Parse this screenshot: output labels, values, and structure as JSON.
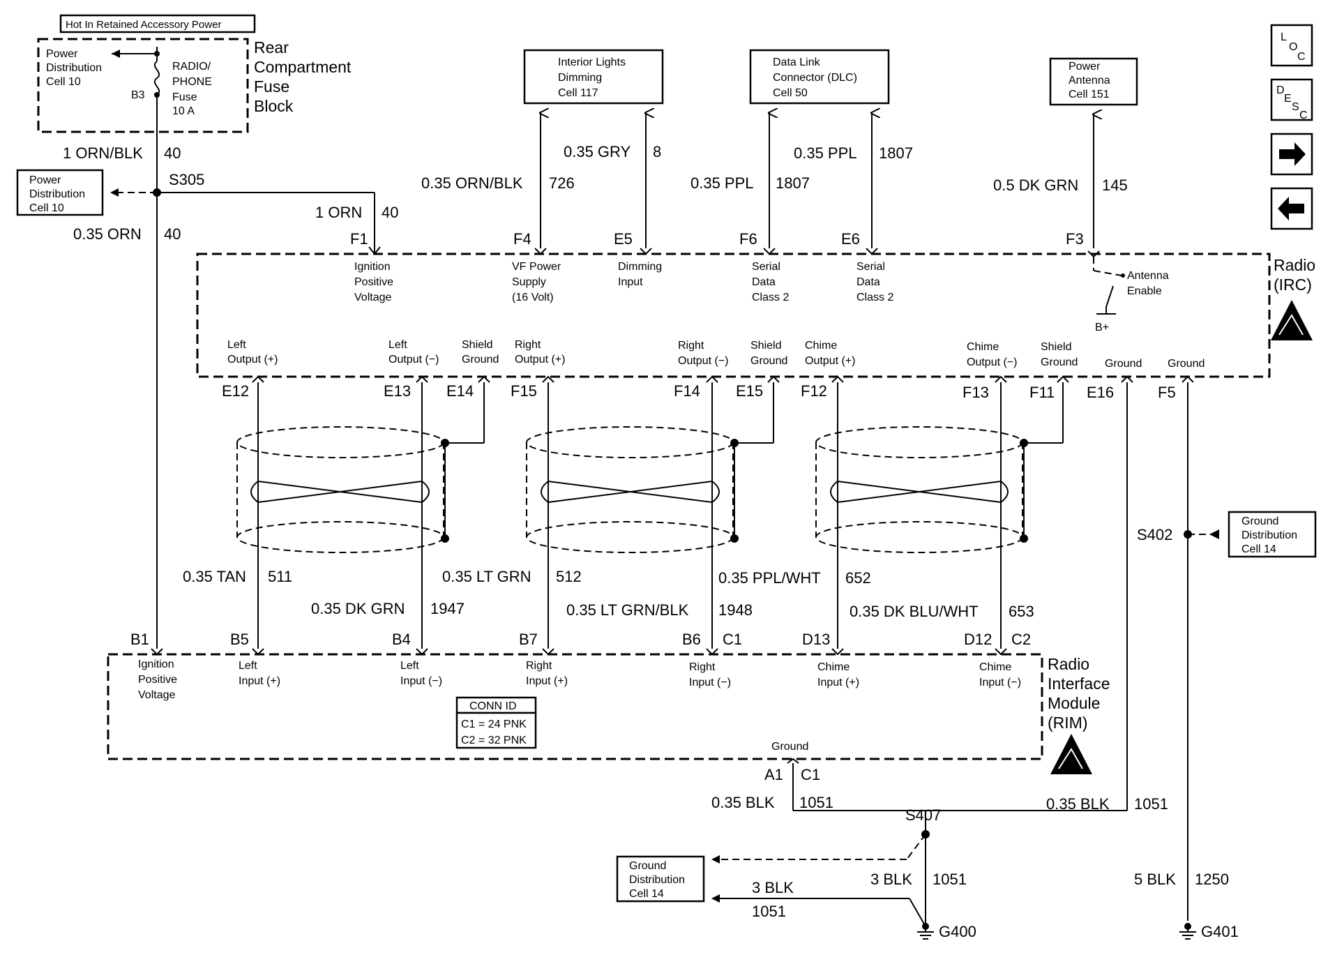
{
  "header": {
    "hot_in": "Hot In Retained Accessory Power"
  },
  "fuse_block": {
    "name_lines": [
      "Rear",
      "Compartment",
      "Fuse",
      "Block"
    ],
    "power_distribution": [
      "Power",
      "Distribution",
      "Cell 10"
    ],
    "fuse_lines": [
      "RADIO/",
      "PHONE",
      "Fuse",
      "10 A"
    ],
    "fuse_id": "B3"
  },
  "nav": {
    "loc": {
      "l1": "L",
      "l2": "O",
      "l3": "C"
    },
    "desc": {
      "l1": "D",
      "l2": "E",
      "l3": "S",
      "l4": "C"
    },
    "next_arrow": "➡",
    "prev_arrow": "⬅"
  },
  "splices": {
    "s305": "S305",
    "s402": "S402",
    "s407": "S407"
  },
  "grounds": {
    "g400": "G400",
    "g401": "G401"
  },
  "ref_boxes": {
    "power_dist_left": [
      "Power",
      "Distribution",
      "Cell 10"
    ],
    "interior_lights": [
      "Interior Lights",
      "Dimming",
      "Cell 117"
    ],
    "dlc": [
      "Data Link",
      "Connector (DLC)",
      "Cell 50"
    ],
    "power_antenna": [
      "Power",
      "Antenna",
      "Cell 151"
    ],
    "ground_dist_right": [
      "Ground",
      "Distribution",
      "Cell 14"
    ],
    "ground_dist_bottom": [
      "Ground",
      "Distribution",
      "Cell 14"
    ]
  },
  "wires": {
    "w_fuse_out": {
      "gauge": "1 ORN/BLK",
      "circuit": "40"
    },
    "w_f1": {
      "gauge": "1 ORN",
      "circuit": "40"
    },
    "w_b1": {
      "gauge": "0.35 ORN",
      "circuit": "40"
    },
    "w_f4": {
      "gauge": "0.35 ORN/BLK",
      "circuit": "726"
    },
    "w_e5": {
      "gauge": "0.35 GRY",
      "circuit": "8"
    },
    "w_f6": {
      "gauge": "0.35 PPL",
      "circuit": "1807"
    },
    "w_e6": {
      "gauge": "0.35 PPL",
      "circuit": "1807"
    },
    "w_f3": {
      "gauge": "0.5 DK GRN",
      "circuit": "145"
    },
    "w_tan": {
      "gauge": "0.35 TAN",
      "circuit": "511"
    },
    "w_dkgrn": {
      "gauge": "0.35 DK GRN",
      "circuit": "1947"
    },
    "w_ltgrn": {
      "gauge": "0.35 LT GRN",
      "circuit": "512"
    },
    "w_ltgrnblk": {
      "gauge": "0.35 LT GRN/BLK",
      "circuit": "1948"
    },
    "w_pplwht": {
      "gauge": "0.35 PPL/WHT",
      "circuit": "652"
    },
    "w_dkbluwht": {
      "gauge": "0.35 DK BLU/WHT",
      "circuit": "653"
    },
    "w_rim_gnd": {
      "gauge": "0.35 BLK",
      "circuit": "1051"
    },
    "w_irc_gnd": {
      "gauge": "0.35 BLK",
      "circuit": "1051"
    },
    "w_g400": {
      "gauge": "3 BLK",
      "circuit": "1051"
    },
    "w_gdist_bot": {
      "gauge": "3 BLK",
      "circuit": "1051"
    },
    "w_g401": {
      "gauge": "5 BLK",
      "circuit": "1250"
    }
  },
  "radio": {
    "name_lines": [
      "Radio",
      "(IRC)"
    ],
    "top_pins": [
      {
        "id": "F1",
        "lines": [
          "Ignition",
          "Positive",
          "Voltage"
        ]
      },
      {
        "id": "F4",
        "lines": [
          "VF Power",
          "Supply",
          "(16 Volt)"
        ]
      },
      {
        "id": "E5",
        "lines": [
          "Dimming",
          "Input"
        ]
      },
      {
        "id": "F6",
        "lines": [
          "Serial",
          "Data",
          "Class 2"
        ]
      },
      {
        "id": "E6",
        "lines": [
          "Serial",
          "Data",
          "Class 2"
        ]
      },
      {
        "id": "F3",
        "lines": []
      }
    ],
    "antenna_lines": [
      "Antenna",
      "Enable"
    ],
    "bplus": "B+",
    "bottom_pins": [
      {
        "id": "E12",
        "lines": [
          "Left",
          "Output (+)"
        ]
      },
      {
        "id": "E13",
        "lines": [
          "Left",
          "Output (−)"
        ]
      },
      {
        "id": "E14",
        "lines": [
          "Shield",
          "Ground"
        ]
      },
      {
        "id": "F15",
        "lines": [
          "Right",
          "Output (+)"
        ]
      },
      {
        "id": "F14",
        "lines": [
          "Right",
          "Output (−)"
        ]
      },
      {
        "id": "E15",
        "lines": [
          "Shield",
          "Ground"
        ]
      },
      {
        "id": "F12",
        "lines": [
          "Chime",
          "Output (+)"
        ]
      },
      {
        "id": "F13",
        "lines": [
          "Chime",
          "Output (−)"
        ]
      },
      {
        "id": "F11",
        "lines": [
          "Shield",
          "Ground"
        ]
      },
      {
        "id": "E16",
        "lines": [
          "Ground"
        ]
      },
      {
        "id": "F5",
        "lines": [
          "Ground"
        ]
      }
    ]
  },
  "rim": {
    "name_lines": [
      "Radio",
      "Interface",
      "Module",
      "(RIM)"
    ],
    "top_pins": [
      {
        "id": "B1",
        "lines": [
          "Ignition",
          "Positive",
          "Voltage"
        ]
      },
      {
        "id": "B5",
        "lines": [
          "Left",
          "Input (+)"
        ]
      },
      {
        "id": "B4",
        "lines": [
          "Left",
          "Input (−)"
        ]
      },
      {
        "id": "B7",
        "lines": [
          "Right",
          "Input (+)"
        ]
      },
      {
        "id": "B6",
        "lines": [
          "Right",
          "Input (−)"
        ]
      },
      {
        "id": "D13",
        "lines": [
          "Chime",
          "Input (+)"
        ]
      },
      {
        "id": "D12",
        "lines": [
          "Chime",
          "Input (−)"
        ]
      }
    ],
    "conn_c1": "C1",
    "conn_c2": "C2",
    "ground_label": "Ground",
    "ground_pin_a": "A1",
    "ground_pin_c": "C1",
    "conn_id": {
      "title": "CONN ID",
      "c1": "C1 = 24 PNK",
      "c2": "C2 = 32 PNK"
    }
  }
}
